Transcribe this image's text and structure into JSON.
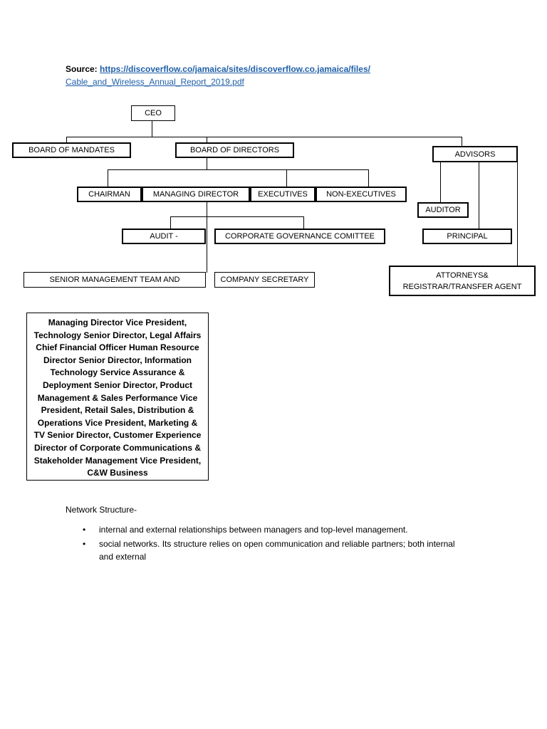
{
  "source": {
    "label": "Source:",
    "url_line1": "https://discoverflow.co/jamaica/sites/discoverflow.co.jamaica/files/",
    "url_line2": "Cable_and_Wireless_Annual_Report_2019.pdf"
  },
  "org_chart": {
    "ceo": "CEO",
    "board_of_mandates": "BOARD OF MANDATES",
    "board_of_directors": "BOARD OF DIRECTORS",
    "advisors": "ADVISORS",
    "chairman": "CHAIRMAN",
    "managing_director": "MANAGING DIRECTOR",
    "executives": "EXECUTIVES",
    "non_executives": "NON-EXECUTIVES",
    "auditor": "AUDITOR",
    "principal": "PRINCIPAL",
    "audit": "AUDIT -",
    "corporate_governance": "CORPORATE GOVERNANCE COMITTEE",
    "senior_management": "SENIOR MANAGEMENT TEAM AND",
    "company_secretary": "COMPANY SECRETARY",
    "attorneys_line1": "ATTORNEYS&",
    "attorneys_line2": "REGISTRAR/TRANSFER AGENT",
    "members": "Managing Director Vice President, Technology Senior Director, Legal Affairs Chief Financial Officer Human Resource Director Senior Director, Information Technology Service Assurance & Deployment Senior Director, Product Management & Sales Performance Vice President, Retail Sales, Distribution & Operations Vice President, Marketing & TV Senior Director, Customer Experience Director of Corporate Communications & Stakeholder Management Vice President, C&W Business"
  },
  "network_structure": {
    "title": "Network Structure-",
    "bullets": [
      "internal and external relationships between managers and top-level management.",
      "social networks. Its structure relies on open communication and reliable partners; both internal and external"
    ],
    "bullet_glyph": "•"
  }
}
